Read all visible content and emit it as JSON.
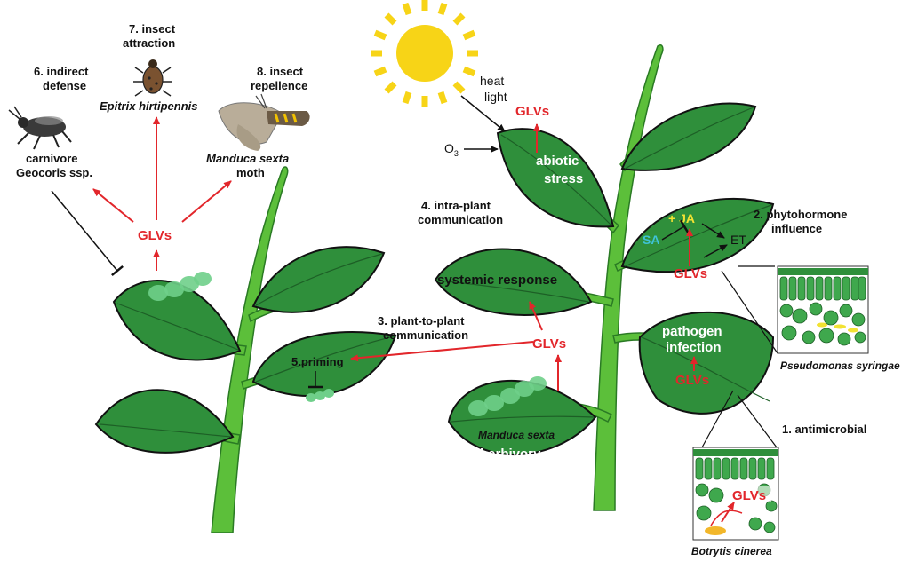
{
  "labels": {
    "indirect_defense_num": "6. indirect",
    "indirect_defense_word": "defense",
    "insect_attraction_num": "7. insect",
    "insect_attraction_word": "attraction",
    "insect_repellence_num": "8. insect",
    "insect_repellence_word": "repellence",
    "epitrix": "Epitrix hirtipennis",
    "carnivore": "carnivore",
    "geocoris": "Geocoris ssp.",
    "manduca_moth_species": "Manduca sexta",
    "moth": "moth",
    "glvs_left": "GLVs",
    "priming": "5.priming",
    "plant_to_plant_1": "3. plant-to-plant",
    "plant_to_plant_2": "communication",
    "intra_plant_1": "4. intra-plant",
    "intra_plant_2": "communication",
    "systemic_response": "systemic response",
    "glvs_center": "GLVs",
    "manduca_herbivore": "Manduca sexta",
    "herbivory": "herbivory",
    "heat": "heat",
    "light": "light",
    "o3": "O",
    "o3_sub": "3",
    "glvs_top": "GLVs",
    "abiotic_1": "abiotic",
    "abiotic_2": "stress",
    "plus_ja": "+ JA",
    "sa": "SA",
    "et": "ET",
    "glvs_hormone": "GLVs",
    "phytohormone_1": "2. phytohormone",
    "phytohormone_2": "influence",
    "pseudomonas": "Pseudomonas syringae",
    "pathogen_1": "pathogen",
    "pathogen_2": "infection",
    "glvs_pathogen": "GLVs",
    "antimicrobial": "1. antimicrobial",
    "glvs_micro": "GLVs",
    "botrytis": "Botrytis cinerea"
  },
  "colors": {
    "leaf": "#2f8f3b",
    "stem": "#5cbf3a",
    "glv_red": "#e2262b",
    "sun": "#f7d417",
    "ja_yellow": "#f2e233",
    "sa_cyan": "#3fc3d6"
  },
  "icons": [
    "sun-icon",
    "bug-icon",
    "beetle-icon",
    "moth-icon",
    "caterpillar-icon"
  ]
}
